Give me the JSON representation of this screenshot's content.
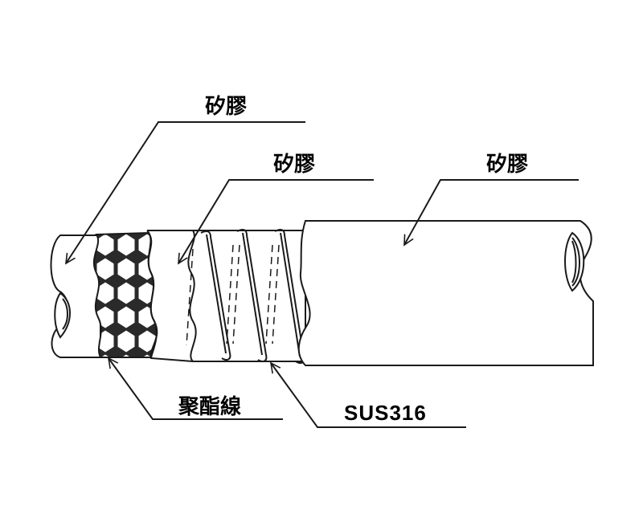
{
  "labels": {
    "outer_silicone": "矽膠",
    "middle_silicone": "矽膠",
    "inner_silicone": "矽膠",
    "polyester": "聚酯線",
    "steel_wire": "SUS316"
  },
  "colors": {
    "line": "#1a1a1a",
    "background": "#ffffff",
    "braid_fill": "#2a2a2a"
  }
}
